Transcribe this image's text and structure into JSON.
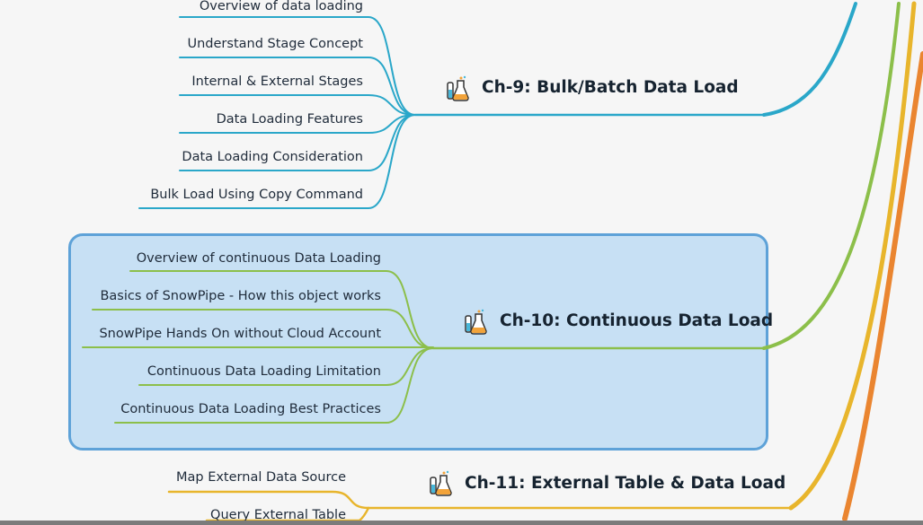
{
  "colors": {
    "background": "#f6f6f6",
    "ch9_branch": "#2aa7c9",
    "ch10_branch": "#8cbf4a",
    "ch11_branch": "#e8b52c",
    "orange_branch": "#ea8530",
    "highlight_fill": "#c7e0f4",
    "highlight_border": "#5ea2d8"
  },
  "icons": {
    "topic_icon": "lab-flask-icon"
  },
  "chapters": [
    {
      "title": "Ch-9: Bulk/Batch Data Load",
      "items": [
        "Overview of data loading",
        "Understand Stage Concept",
        "Internal & External Stages",
        "Data Loading Features",
        "Data Loading Consideration",
        "Bulk Load Using Copy Command"
      ]
    },
    {
      "title": "Ch-10: Continuous Data Load",
      "highlighted": true,
      "items": [
        "Overview of continuous Data Loading",
        "Basics of SnowPipe - How this object works",
        "SnowPipe Hands On without Cloud Account",
        "Continuous Data Loading Limitation",
        "Continuous Data Loading Best Practices"
      ]
    },
    {
      "title": "Ch-11: External Table & Data Load",
      "items": [
        "Map External Data Source",
        "Query External Table"
      ]
    }
  ]
}
